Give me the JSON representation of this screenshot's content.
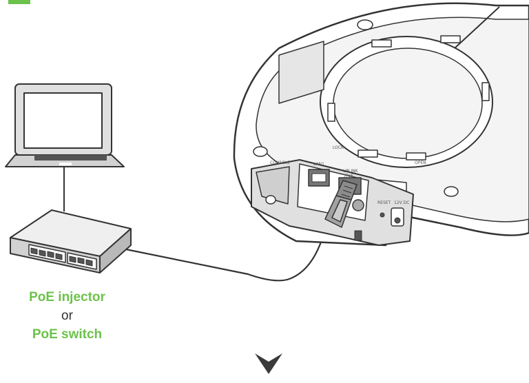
{
  "labels": {
    "poe_injector": "PoE injector",
    "or": "or",
    "poe_switch": "PoE switch"
  },
  "device_ports": {
    "console": "CONSOLE",
    "lan1": "LAN1",
    "uplink": "UPLINK",
    "uplink_sub": "/PoE",
    "reset": "RESET",
    "dc": "12V DC",
    "lock": "LOCK",
    "open": "OPEN"
  },
  "colors": {
    "accent_green": "#6cc24a",
    "line": "#333333",
    "dark_gray": "#555555"
  },
  "icons": [
    "laptop-icon",
    "network-switch-icon",
    "access-point-icon",
    "ethernet-plug-icon",
    "chevron-down-icon"
  ]
}
